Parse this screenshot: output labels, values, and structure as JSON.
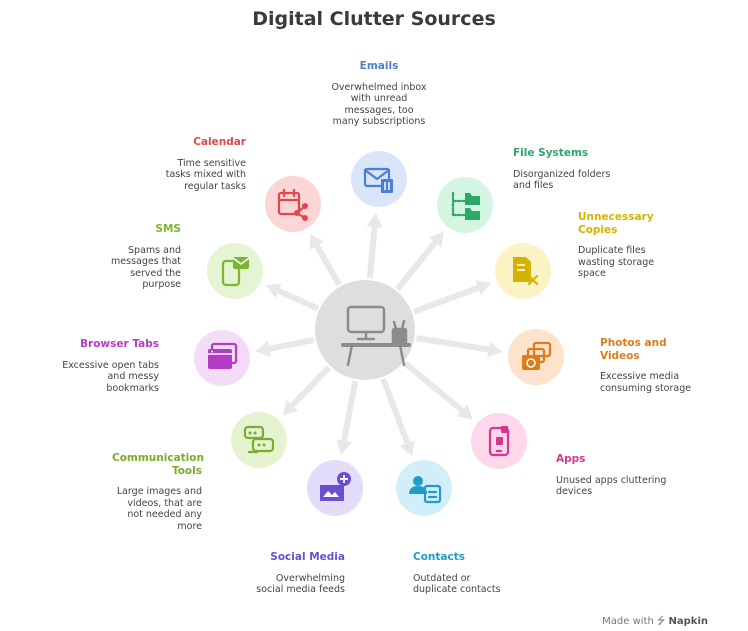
{
  "title": "Digital Clutter Sources",
  "colors": {
    "arrow": "#e8e8e8",
    "hub": "#dedede",
    "hub_icon": "#8c8c8c"
  },
  "center_icon": "desk-computer-icon",
  "nodes": [
    {
      "id": "emails",
      "title": "Emails",
      "desc": "Overwhelmed inbox with unread messages, too many subscriptions",
      "color": "#4a7fd4",
      "bg": "#d9e5fb",
      "icon": "mail-trash-icon"
    },
    {
      "id": "file-systems",
      "title": "File Systems",
      "desc": "Disorganized folders and files",
      "color": "#2ea86a",
      "bg": "#d3f5e2",
      "icon": "folder-tree-icon"
    },
    {
      "id": "unnecessary-copies",
      "title": "Unnecessary Copies",
      "desc": "Duplicate files wasting storage space",
      "color": "#d4b400",
      "bg": "#fbf3c4",
      "icon": "file-x-icon"
    },
    {
      "id": "photos-videos",
      "title": "Photos and Videos",
      "desc": "Excessive media consuming storage",
      "color": "#e07b1a",
      "bg": "#fde3cc",
      "icon": "photo-stack-icon"
    },
    {
      "id": "apps",
      "title": "Apps",
      "desc": "Unused apps cluttering devices",
      "color": "#d6378e",
      "bg": "#fcd8ea",
      "icon": "phone-app-icon"
    },
    {
      "id": "contacts",
      "title": "Contacts",
      "desc": "Outdated or duplicate contacts",
      "color": "#1f9cc9",
      "bg": "#d2eef8",
      "icon": "contact-card-icon"
    },
    {
      "id": "social-media",
      "title": "Social Media",
      "desc": "Overwhelming social media feeds",
      "color": "#6b4fd0",
      "bg": "#e3dcfb",
      "icon": "social-feed-icon"
    },
    {
      "id": "communication-tools",
      "title": "Communication Tools",
      "desc": "Large images and videos, that are not needed any more",
      "color": "#79ad2a",
      "bg": "#e6f3d0",
      "icon": "chat-bubbles-icon"
    },
    {
      "id": "browser-tabs",
      "title": "Browser Tabs",
      "desc": "Excessive open tabs and messy bookmarks",
      "color": "#b43cc4",
      "bg": "#f4dcf8",
      "icon": "browser-tabs-icon"
    },
    {
      "id": "sms",
      "title": "SMS",
      "desc": "Spams and messages that served the purpose",
      "color": "#7cb72f",
      "bg": "#e5f4d2",
      "icon": "phone-message-icon"
    },
    {
      "id": "calendar",
      "title": "Calendar",
      "desc": "Time sensitive tasks mixed with regular tasks",
      "color": "#e0474c",
      "bg": "#fcd6d6",
      "icon": "calendar-share-icon"
    }
  ],
  "footer": {
    "prefix": "Made with",
    "brand": "Napkin"
  }
}
